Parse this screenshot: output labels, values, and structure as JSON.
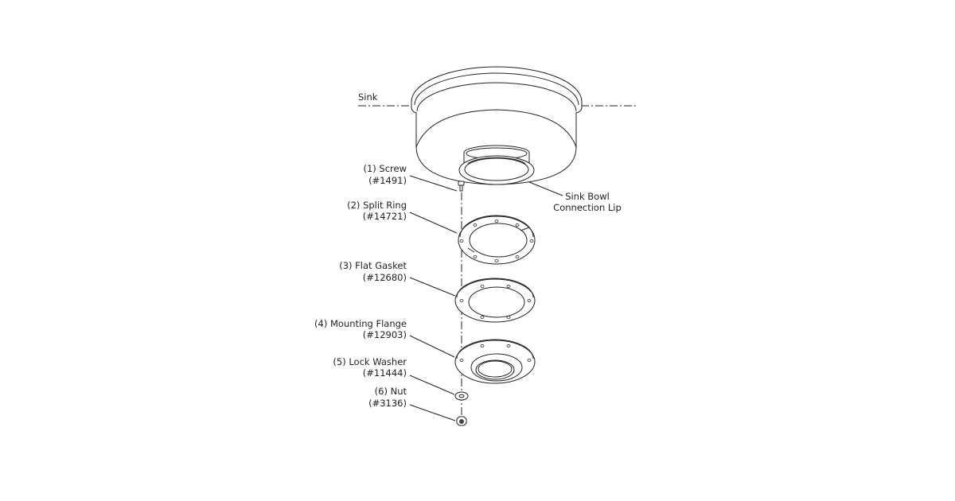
{
  "diagram": {
    "sink_label": "Sink",
    "lip_label": [
      "Sink Bowl",
      "Connection Lip"
    ],
    "parts": [
      {
        "name": "(1) Screw",
        "number": "(#1491)"
      },
      {
        "name": "(2) Split Ring",
        "number": "(#14721)"
      },
      {
        "name": "(3) Flat Gasket",
        "number": "(#12680)"
      },
      {
        "name": "(4) Mounting Flange",
        "number": "(#12903)"
      },
      {
        "name": "(5) Lock Washer",
        "number": "(#11444)"
      },
      {
        "name": "(6) Nut",
        "number": "(#3136)"
      }
    ]
  }
}
